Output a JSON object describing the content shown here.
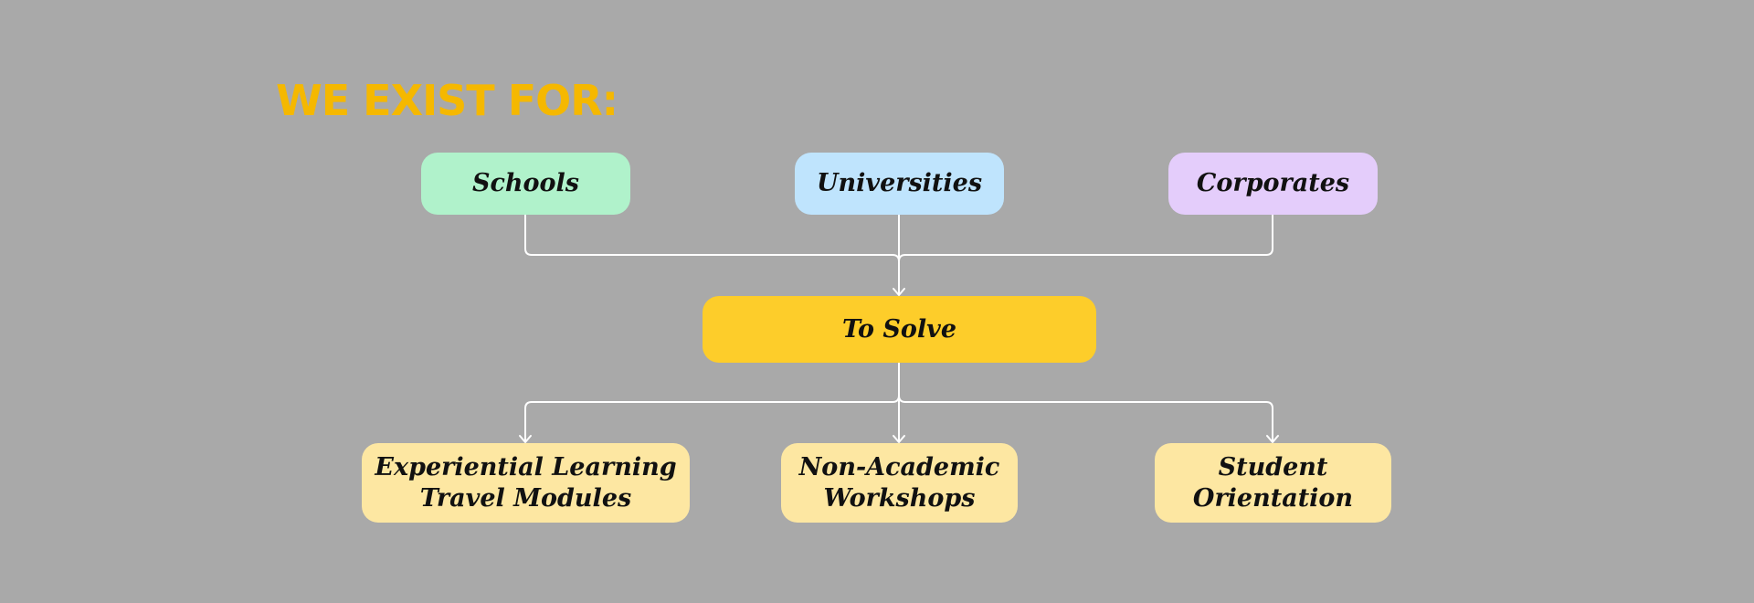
{
  "heading": "WE EXIST FOR:",
  "audiences": [
    {
      "label": "Schools",
      "color": "#b0f2cb"
    },
    {
      "label": "Universities",
      "color": "#bfe4fd"
    },
    {
      "label": "Corporates",
      "color": "#e4cdfb"
    }
  ],
  "center": {
    "label": "To Solve",
    "color": "#fdcd2a"
  },
  "solutions": [
    {
      "label": "Experiential Learning\nTravel Modules",
      "color": "#fde7a2"
    },
    {
      "label": "Non-Academic\nWorkshops",
      "color": "#fde7a2"
    },
    {
      "label": "Student\nOrientation",
      "color": "#fde7a2"
    }
  ],
  "colors": {
    "background": "#a9a9a9",
    "heading": "#f5b800",
    "connector": "#ffffff"
  }
}
